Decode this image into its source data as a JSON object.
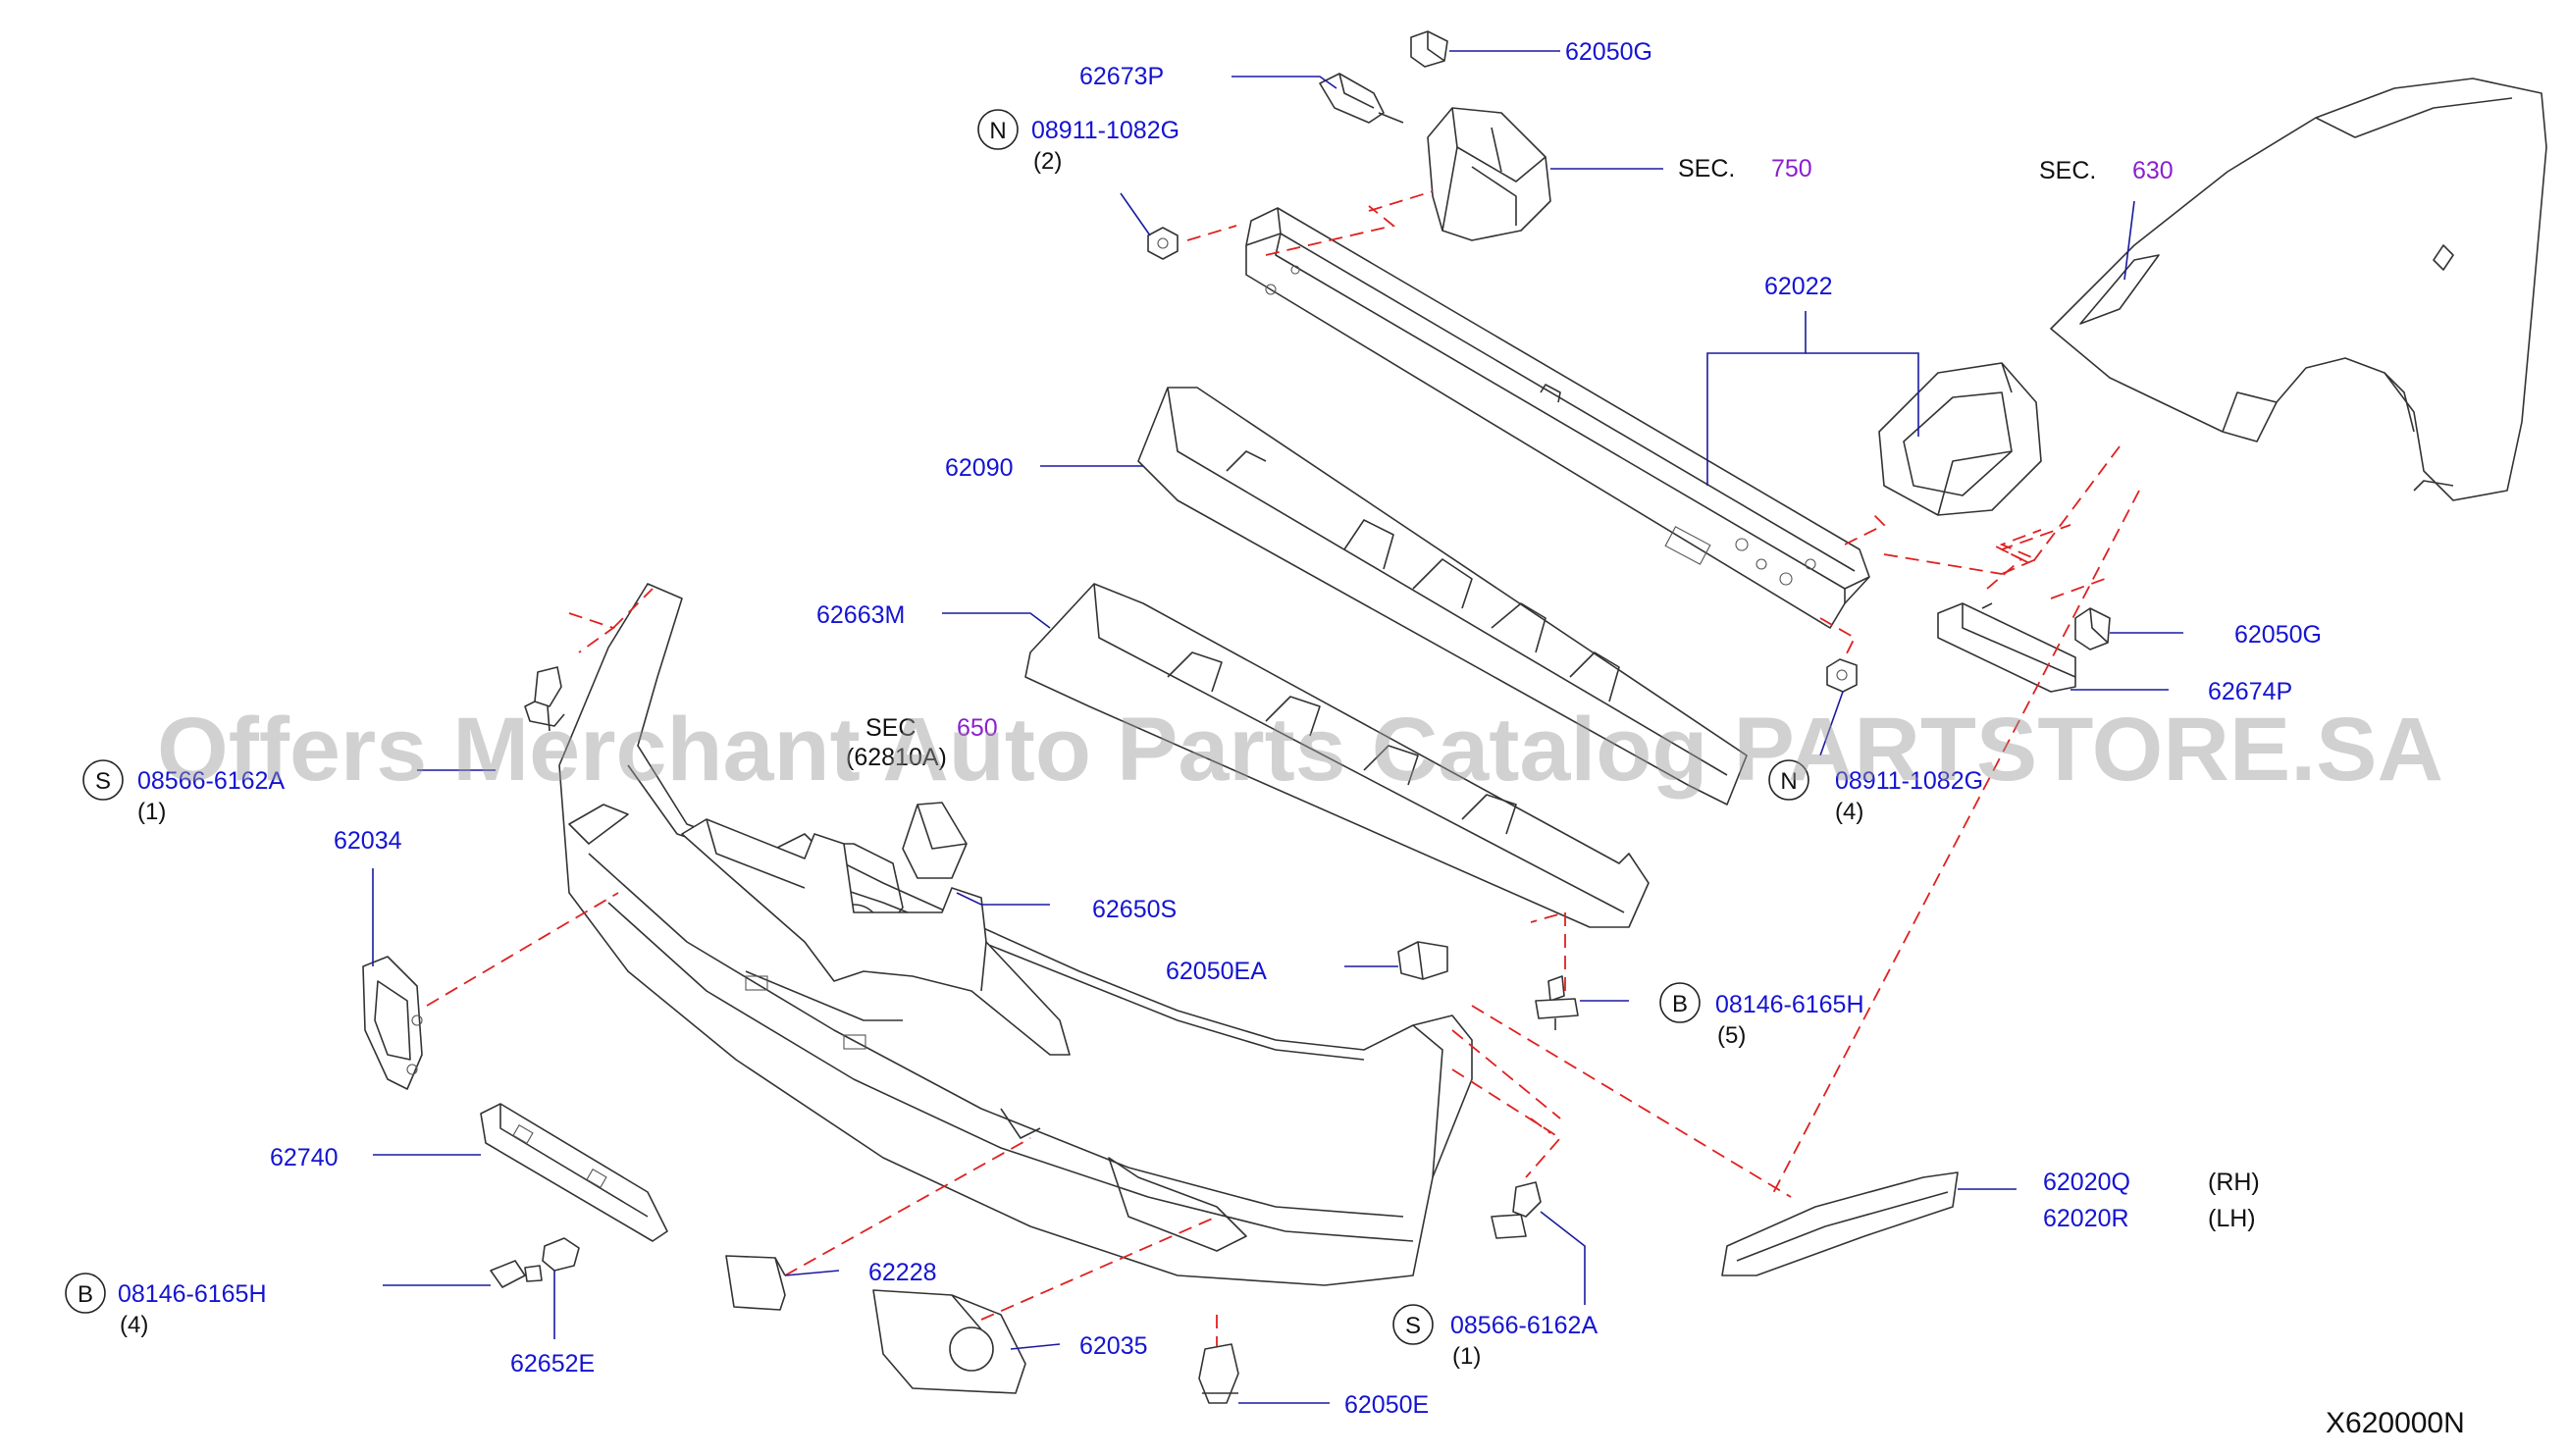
{
  "diagram_code": "X620000N",
  "watermark": "Offers Merchant Auto Parts Catalog PARTSTORE.SA",
  "sections": {
    "sec750": {
      "label": "SEC.",
      "number": "750"
    },
    "sec630": {
      "label": "SEC.",
      "number": "630"
    },
    "sec650": {
      "label": "SEC",
      "number": "650",
      "sub": "(62810A)"
    }
  },
  "parts": {
    "p62673P": "62673P",
    "p62050G_top": "62050G",
    "p08911_1082G_top": "08911-1082G",
    "p08911_1082G_top_qty": "(2)",
    "p62022": "62022",
    "p62090": "62090",
    "p62663M": "62663M",
    "p08566_6162A_left": "08566-6162A",
    "p08566_6162A_left_qty": "(1)",
    "p62034": "62034",
    "p62650S": "62650S",
    "p62050EA": "62050EA",
    "p08146_6165H_mid": "08146-6165H",
    "p08146_6165H_mid_qty": "(5)",
    "p62050G_right": "62050G",
    "p62674P": "62674P",
    "p08911_1082G_mid": "08911-1082G",
    "p08911_1082G_mid_qty": "(4)",
    "p62740": "62740",
    "p08146_6165H_left": "08146-6165H",
    "p08146_6165H_left_qty": "(4)",
    "p62652E": "62652E",
    "p62228": "62228",
    "p62035": "62035",
    "p62050E": "62050E",
    "p08566_6162A_bottom": "08566-6162A",
    "p08566_6162A_bottom_qty": "(1)",
    "p62020Q": "62020Q",
    "p62020Q_side": "(RH)",
    "p62020R": "62020R",
    "p62020R_side": "(LH)"
  },
  "prefix_letters": {
    "n_top": "N",
    "n_mid": "N",
    "s_left": "S",
    "s_bottom": "S",
    "b_mid": "B",
    "b_left": "B"
  },
  "colors": {
    "part_number": "#1414d2",
    "section_number": "#8a1fd0",
    "dashed_leader": "#e02020"
  }
}
